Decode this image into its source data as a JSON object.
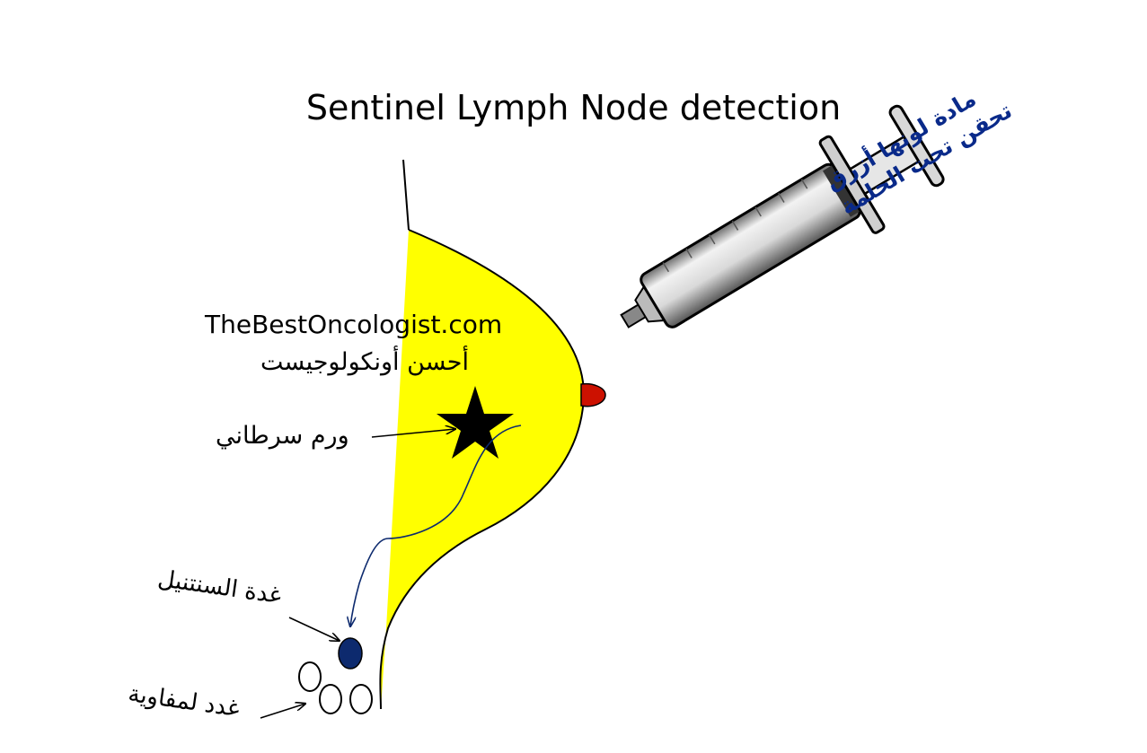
{
  "title": "Sentinel Lymph Node detection",
  "website": "TheBestOncologist.com",
  "website_arabic": "أحسن أونكولوجيست",
  "labels": {
    "tumor": "ورم سرطاني",
    "sentinel_node": "غدة السنتنيل",
    "lymph_nodes": "غدد لمفاوية",
    "syringe_line1": "مادة لونها أزرق",
    "syringe_line2": "تحقن تحت الحلمة"
  },
  "colors": {
    "breast": "#ffff00",
    "nipple": "#cc1100",
    "sentinel_node": "#0d2a6e",
    "syringe_text": "#0a2a8a"
  },
  "icons": [
    "star-icon",
    "syringe-icon"
  ]
}
